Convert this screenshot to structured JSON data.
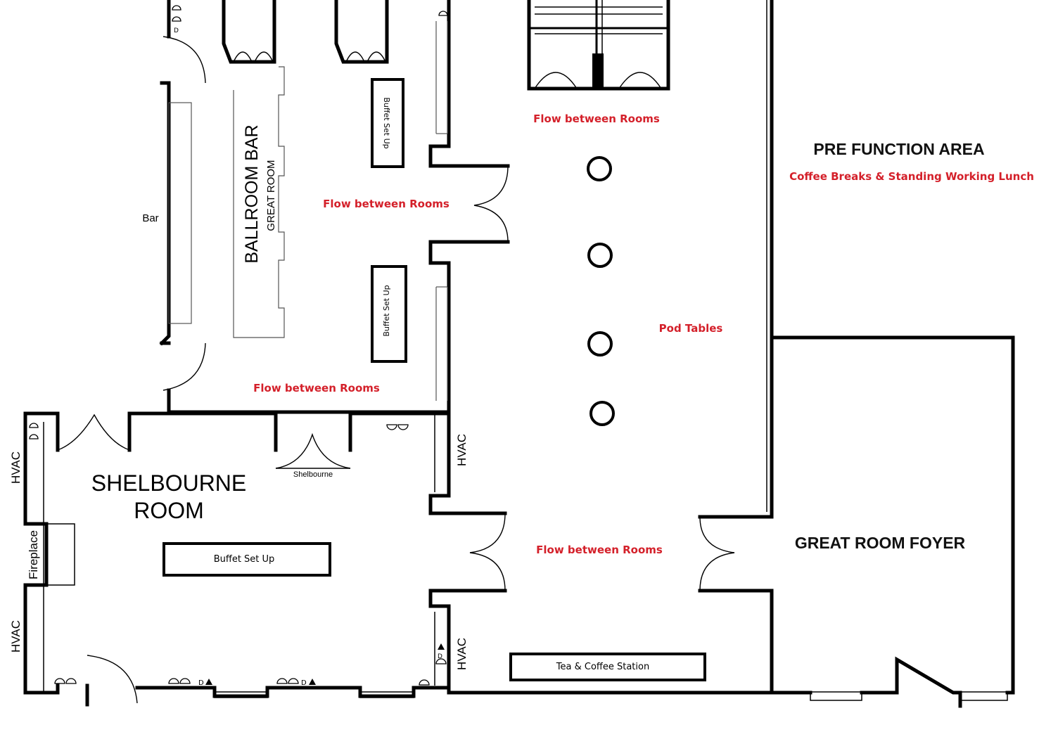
{
  "rooms": {
    "ballroom_bar": "BALLROOM BAR",
    "great_room_sub": "GREAT ROOM",
    "shelbourne_line1": "SHELBOURNE",
    "shelbourne_line2": "ROOM",
    "pre_function": "PRE FUNCTION AREA",
    "great_room_foyer": "GREAT ROOM FOYER"
  },
  "labels": {
    "bar": "Bar",
    "hvac": "HVAC",
    "fireplace": "Fireplace",
    "shelbourne_door": "Shelbourne"
  },
  "setups": {
    "buffet": "Buffet Set Up",
    "tea_coffee": "Tea & Coffee Station"
  },
  "notes": {
    "flow": "Flow between Rooms",
    "pod_tables": "Pod Tables",
    "coffee_breaks": "Coffee Breaks & Standing Working Lunch"
  },
  "colors": {
    "annotation": "#d4202a",
    "wall": "#000000"
  }
}
